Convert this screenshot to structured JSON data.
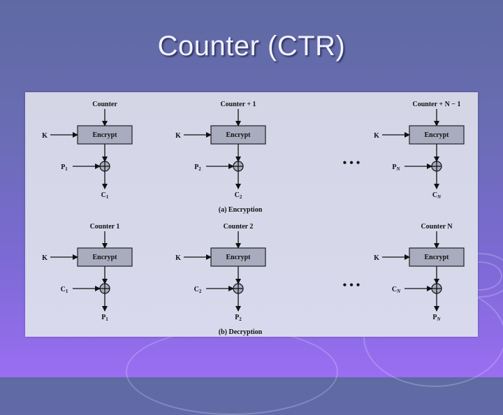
{
  "slide": {
    "title": "Counter (CTR)"
  },
  "encryption": {
    "caption": "(a) Encryption",
    "blocks": [
      {
        "counter": "Counter",
        "key": "K",
        "box": "Encrypt",
        "in_main": "P",
        "in_sub": "1",
        "out_main": "C",
        "out_sub": "1"
      },
      {
        "counter": "Counter + 1",
        "key": "K",
        "box": "Encrypt",
        "in_main": "P",
        "in_sub": "2",
        "out_main": "C",
        "out_sub": "2"
      },
      {
        "counter": "Counter + N − 1",
        "key": "K",
        "box": "Encrypt",
        "in_main": "P",
        "in_sub": "N",
        "out_main": "C",
        "out_sub": "N"
      }
    ]
  },
  "decryption": {
    "caption": "(b) Decryption",
    "blocks": [
      {
        "counter": "Counter 1",
        "key": "K",
        "box": "Encrypt",
        "in_main": "C",
        "in_sub": "1",
        "out_main": "P",
        "out_sub": "1"
      },
      {
        "counter": "Counter 2",
        "key": "K",
        "box": "Encrypt",
        "in_main": "C",
        "in_sub": "2",
        "out_main": "P",
        "out_sub": "2"
      },
      {
        "counter": "Counter N",
        "key": "K",
        "box": "Encrypt",
        "in_main": "C",
        "in_sub": "N",
        "out_main": "P",
        "out_sub": "N"
      }
    ]
  },
  "ellipsis": "• • •",
  "colors": {
    "background": "#6a6cb4",
    "panel": "#d4d6e6",
    "box": "#a9acbe"
  }
}
